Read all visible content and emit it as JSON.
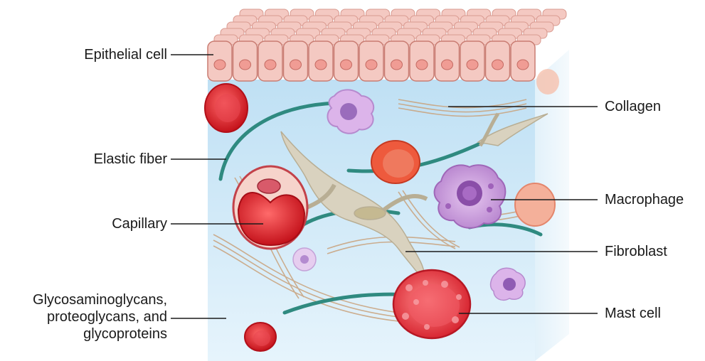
{
  "labels_left": {
    "epithelial_cell": "Epithelial cell",
    "elastic_fiber": "Elastic fiber",
    "capillary": "Capillary",
    "gag_line1": "Glycosaminoglycans,",
    "gag_line2": "proteoglycans, and",
    "gag_line3": "glycoproteins"
  },
  "labels_right": {
    "collagen": "Collagen",
    "macrophage": "Macrophage",
    "fibroblast": "Fibroblast",
    "mast_cell": "Mast cell"
  },
  "colors": {
    "matrix": "#cfe9f8",
    "epithelium": "#f4c9c2",
    "nucleus": "#f09c94",
    "elastic": "#2f8a80",
    "collagen": "#c9a27c",
    "fibroblast": "#d9d2bf",
    "rbc": "#e2222c",
    "macrophage": "#c79ad9",
    "mast": "#e83a44"
  }
}
